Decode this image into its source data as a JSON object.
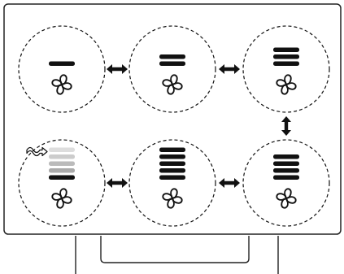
{
  "colors": {
    "panel_stroke": "#222222",
    "dashed_circle": "#111111",
    "bar_active": "#111111",
    "bar_faded": [
      "#dddddd",
      "#cccccc",
      "#bbbbbb",
      "#aaaaaa"
    ],
    "arrow": "#111111",
    "fan": "#111111"
  },
  "modes": [
    {
      "id": "speed-1",
      "active_bars": 1,
      "faded_bars": 0,
      "fan_icon": "fan-icon"
    },
    {
      "id": "speed-2",
      "active_bars": 2,
      "faded_bars": 0,
      "fan_icon": "fan-icon"
    },
    {
      "id": "speed-3",
      "active_bars": 3,
      "faded_bars": 0,
      "fan_icon": "fan-icon"
    },
    {
      "id": "speed-4",
      "active_bars": 4,
      "faded_bars": 0,
      "fan_icon": "fan-icon"
    },
    {
      "id": "speed-5",
      "active_bars": 5,
      "faded_bars": 0,
      "fan_icon": "fan-icon"
    },
    {
      "id": "auto-airflow",
      "active_bars": 1,
      "faded_bars": 4,
      "fan_icon": "fan-icon",
      "indicator_icon": "airflow-wave-arrow-icon"
    }
  ],
  "transitions": [
    {
      "from": "speed-1",
      "to": "speed-2",
      "direction": "bidirectional"
    },
    {
      "from": "speed-2",
      "to": "speed-3",
      "direction": "bidirectional"
    },
    {
      "from": "speed-3",
      "to": "speed-4",
      "direction": "bidirectional"
    },
    {
      "from": "speed-4",
      "to": "speed-5",
      "direction": "bidirectional"
    },
    {
      "from": "speed-5",
      "to": "auto-airflow",
      "direction": "bidirectional"
    }
  ]
}
